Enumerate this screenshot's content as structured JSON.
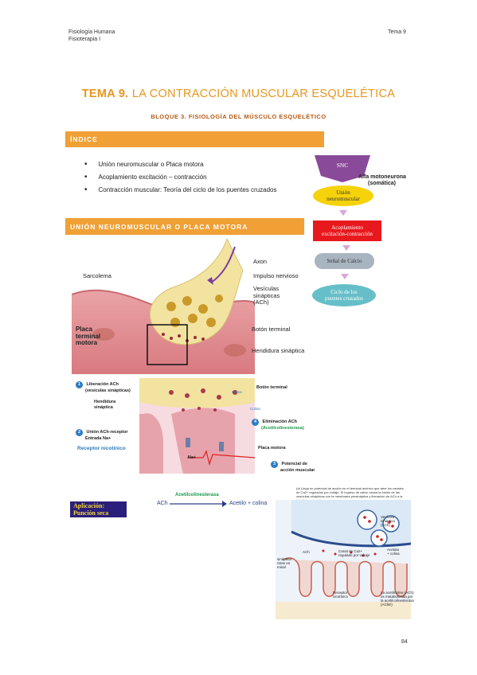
{
  "header": {
    "left_line1": "Fisiología Humana",
    "left_line2": "Fisioterapia I",
    "right": "Tema 9"
  },
  "title": {
    "prefix": "TEMA 9.",
    "main": "LA CONTRACCIÓN MUSCULAR ESQUELÉTICA"
  },
  "subtitle": "BLOQUE 3. FISIOLOGÍA DEL MÚSCULO ESQUELÉTICO",
  "index": {
    "heading": "ÍNDICE",
    "items": [
      "Unión neuromuscular o Placa motora",
      "Acoplamiento excitación – contracción",
      "Contracción muscular: Teoría del ciclo de los puentes cruzados"
    ]
  },
  "flowchart": {
    "snc": "SNC",
    "alfa_line1": "Alfa motoneurona",
    "alfa_line2": "(somática)",
    "union_line1": "Unión",
    "union_line2": "neuromuscular",
    "acop_line1": "Acoplamiento",
    "acop_line2": "excitación-contracción",
    "senal": "Señal de Calcio",
    "ciclo_line1": "Ciclo de los",
    "ciclo_line2": "puentes cruzados",
    "colors": {
      "snc": "#8a4a9a",
      "union": "#f5d20a",
      "acop": "#e8191e",
      "senal": "#a8b4c0",
      "ciclo": "#66bfc8",
      "arrow": "#d8a8d8"
    }
  },
  "section": {
    "heading": "UNIÓN NEUROMUSCULAR O PLACA MOTORA"
  },
  "figure1": {
    "sarcolema": "Sarcolema",
    "axon": "Axon",
    "impulso": "Impulso nervioso",
    "vesiculas_line1": "Vesículas",
    "vesiculas_line2": "sinápticas",
    "vesiculas_line3": "(ACh)",
    "placa_line1": "Placa",
    "placa_line2": "terminal",
    "placa_line3": "motora",
    "boton": "Botón terminal",
    "hendidura": "Hendidura sináptica"
  },
  "figure2": {
    "step1_num": "1",
    "step1_line1": "Liberación ACh",
    "step1_line2": "(vesículas sinápticas)",
    "hend_line1": "Hendidura",
    "hend_line2": "sináptica",
    "step2_num": "2",
    "step2_line1": "Unión ACh-receptor",
    "step2_line2": "Entrada Na+",
    "receptor": "Receptor nicotínico",
    "boton": "Botón terminal",
    "colina1": "Colina",
    "colina2": "Colina",
    "step4_num": "4",
    "step4_line1": "Eliminación ACh",
    "step4_line2": "(Acetilcolinesterasa)",
    "placa": "Placa motora",
    "na": "Na+",
    "step3_num": "3",
    "step3_line1": "Potencial de",
    "step3_line2": "acción muscular"
  },
  "aplicacion": {
    "line1": "Aplicación:",
    "line2": "Punción seca"
  },
  "reaction": {
    "enzyme": "Acetilcolinesterasa",
    "left": "ACh",
    "right": "Acetilo + colina"
  },
  "figure3": {
    "caption": "(d) Llega un potencial de acción en el terminal axónico que abre los canales de Ca2+ regulados por voltaje. El ingreso de calcio causa la fusión de las vesículas sinápticas con la membrana presináptica y liberación de ACh a la hendidura sináptica.",
    "vesicula_line1": "Vesícula",
    "vesicula_line2": "sináptica",
    "vesicula_line3": "(ACh)",
    "ach": "ACh",
    "canal_line1": "Canal de Ca2+",
    "canal_line2": "regulado por voltaje",
    "acetato_line1": "Acetato",
    "acetato_line2": "+ colina",
    "sinaptica_line1": "sináptica",
    "sinaptica_line2": "ntras en",
    "sinaptica_line3": "minal",
    "receptor_line1": "Receptor",
    "receptor_line2": "nicotínico",
    "acetilcolina_line1": "La acetilcolina (ACh)",
    "acetilcolina_line2": "es metabolizada por",
    "acetilcolina_line3": "la acetilcolinesterasa",
    "acetilcolina_line4": "(AChE)"
  },
  "page_number": "84"
}
